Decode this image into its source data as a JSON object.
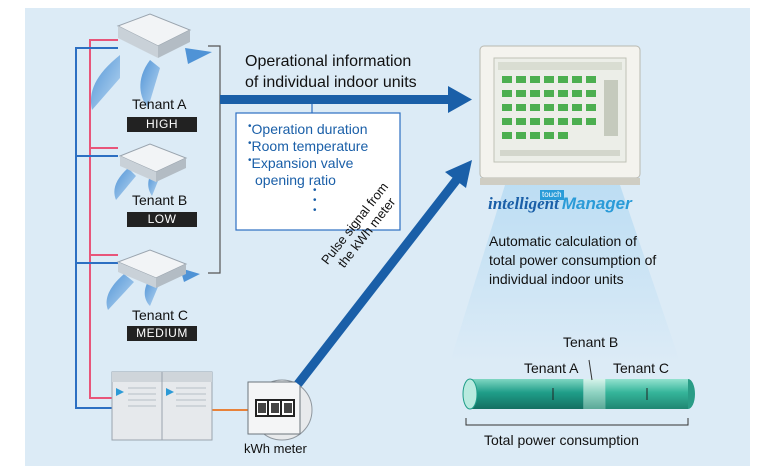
{
  "tenants": [
    {
      "name": "Tenant A",
      "level": "HIGH"
    },
    {
      "name": "Tenant B",
      "level": "LOW"
    },
    {
      "name": "Tenant C",
      "level": "MEDIUM"
    }
  ],
  "info_heading_line1": "Operational information",
  "info_heading_line2": "of individual indoor units",
  "info_items": [
    "Operation duration",
    "Room temperature",
    "Expansion valve"
  ],
  "info_item3_line2": "opening ratio",
  "pulse_label_line1": "Pulse signal from",
  "pulse_label_line2": "the kWh meter",
  "kwh_meter_label": "kWh meter",
  "brand_intelligent": "intelligent",
  "brand_touch": "touch",
  "brand_manager": "Manager",
  "calc_lines": [
    "Automatic calculation of",
    "total power consumption of",
    "individual indoor units"
  ],
  "bar_labels": {
    "a": "Tenant A",
    "b": "Tenant B",
    "c": "Tenant C"
  },
  "total_label": "Total power consumption",
  "consumption_share": {
    "tenant_a": 0.52,
    "tenant_b": 0.1,
    "tenant_c": 0.38
  },
  "colors": {
    "panel_bg": "#dcebf6",
    "arrow": "#1a5fa8",
    "tenant_a": "#1f9e89",
    "tenant_b": "#8fd3c2",
    "tenant_c": "#35b59a"
  }
}
